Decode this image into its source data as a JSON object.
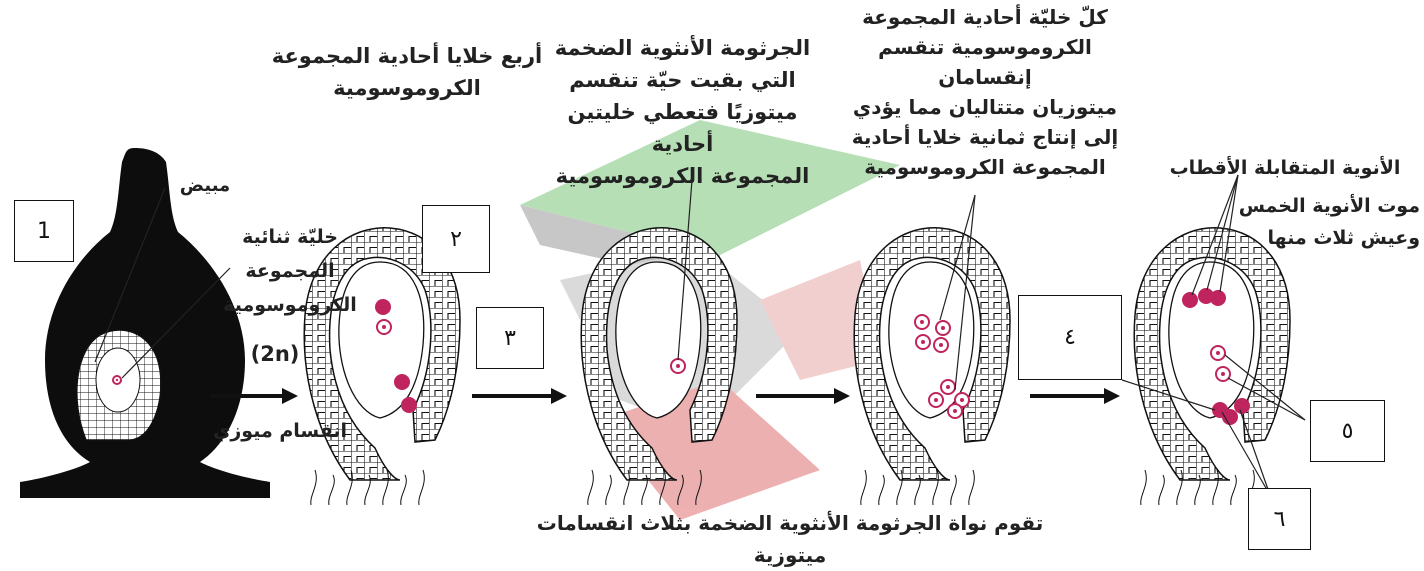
{
  "labels": {
    "four_cells": "أربع خلايا أحادية المجموعة\nالكروموسومية",
    "surviving_megaspore": "الجرثومة الأنثوية الضخمة\nالتي بقيت حيّة تنقسم\nميتوزيًا فتعطي خليتين أحادية\nالمجموعة الكروموسومية",
    "each_cell_divides": "كلّ خليّة أحادية المجموعة\nالكروموسومية تنقسم إنقسامان\nميتوزيان متتاليان مما يؤدي\nإلى إنتاج ثمانية خلايا أحادية\nالمجموعة الكروموسومية",
    "polar_nuclei": "الأنوية المتقابلة الأقطاب",
    "five_nuclei_death": "موت الأنوية الخمس\nوعيش ثلاث منها",
    "ovary": "مبيض",
    "diploid_cell": "خليّة ثنائية\nالمجموعة\nالكروموسومية",
    "two_n": "(2n)",
    "meiosis": "انقسام ميوزي",
    "bottom_caption": "تقوم نواة الجرثومة الأنثوية الضخمة بثلاث انقسامات ميتوزية"
  },
  "number_boxes": [
    "1",
    "٢",
    "٣",
    "٤",
    "٥",
    "٦"
  ],
  "colors": {
    "nucleus": "#c0245e",
    "ovary_fill": "#0d0d0d",
    "watermark_green": "#7cc57c",
    "watermark_red": "#e07070",
    "watermark_grey": "#9a9a9a"
  }
}
